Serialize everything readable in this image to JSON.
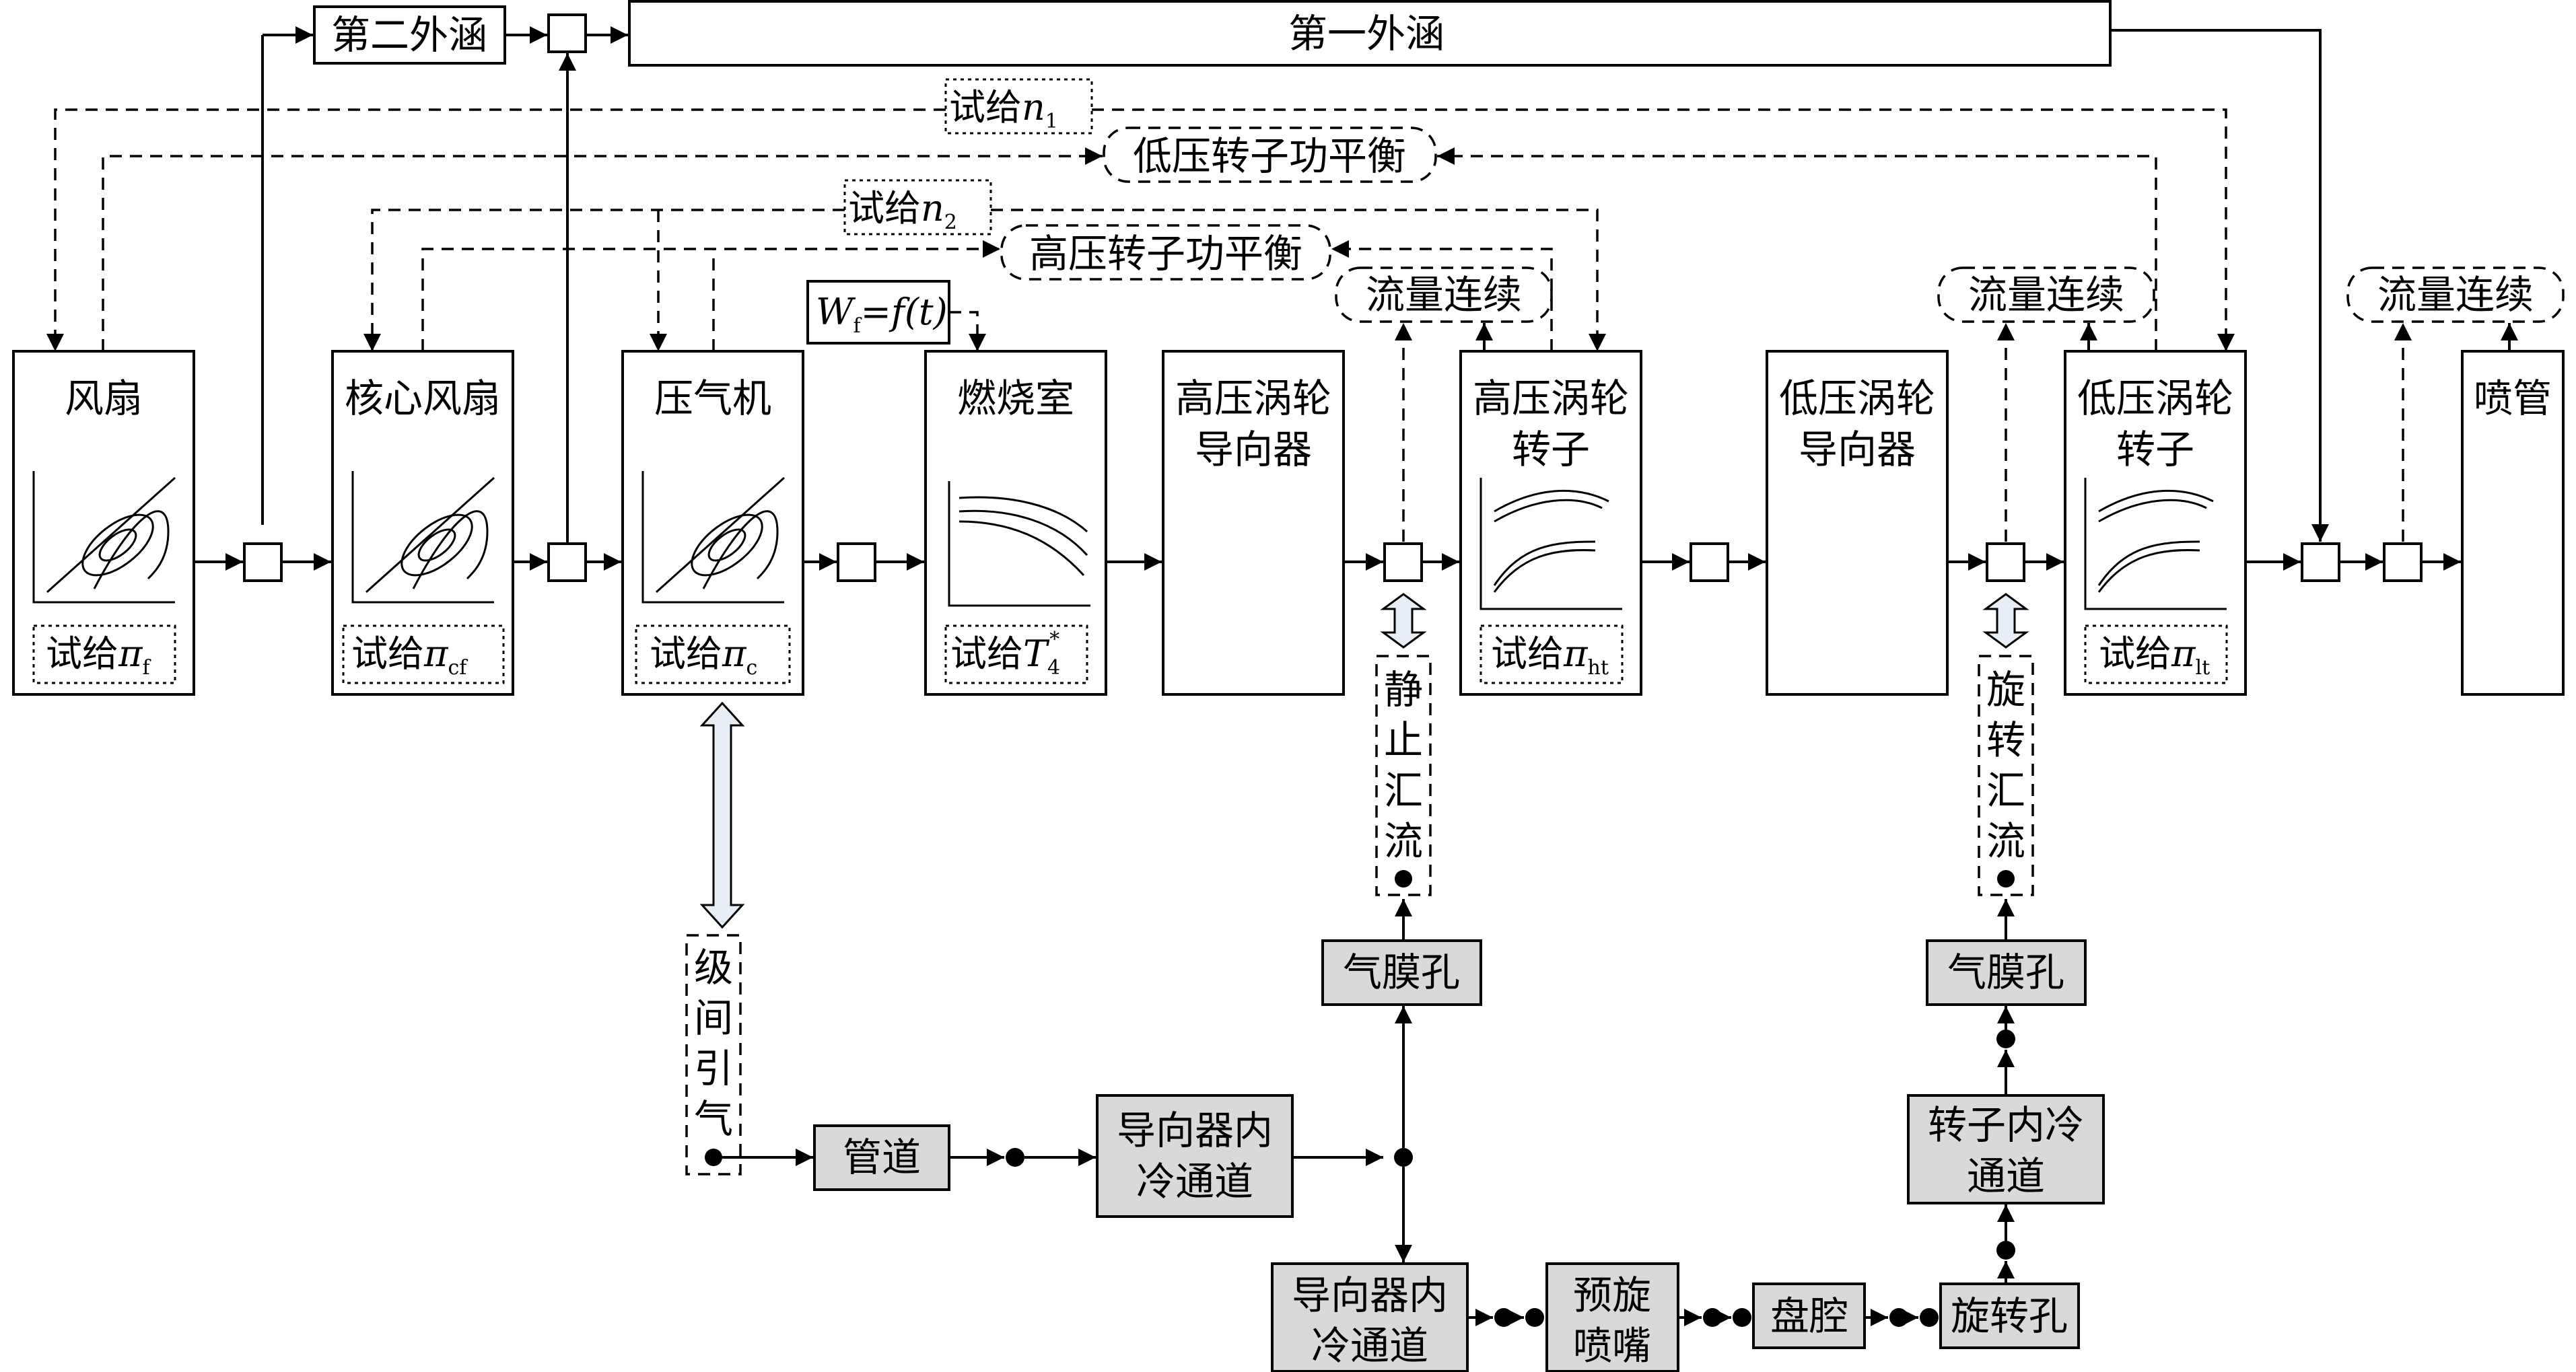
{
  "top": {
    "second_bypass": "第二外涵",
    "first_bypass": "第一外涵"
  },
  "balance": {
    "trial_n1": "试给",
    "n1_var": "n",
    "n1_sub": "1",
    "lp_balance": "低压转子功平衡",
    "trial_n2": "试给",
    "n2_var": "n",
    "n2_sub": "2",
    "hp_balance": "高压转子功平衡"
  },
  "fuel": {
    "wf": "W",
    "wf_sub": "f",
    "eq": "=",
    "ft": "f(t)"
  },
  "flow_continuity": "流量连续",
  "components": {
    "fan": "风扇",
    "core_fan": "核心风扇",
    "compressor": "压气机",
    "combustor": "燃烧室",
    "hpt_ngv_line1": "高压涡轮",
    "hpt_ngv_line2": "导向器",
    "hpt_rotor_line1": "高压涡轮",
    "hpt_rotor_line2": "转子",
    "lpt_ngv_line1": "低压涡轮",
    "lpt_ngv_line2": "导向器",
    "lpt_rotor_line1": "低压涡轮",
    "lpt_rotor_line2": "转子",
    "nozzle": "喷管"
  },
  "trials": {
    "prefix": "试给",
    "pi": "π",
    "fan_sub": "f",
    "core_fan_sub": "cf",
    "comp_sub": "c",
    "comb_var": "T",
    "comb_sub": "4",
    "comb_sup": "*",
    "hpt_sub": "ht",
    "lpt_sub": "lt"
  },
  "cooling": {
    "static_merge": [
      "静",
      "止",
      "汇",
      "流"
    ],
    "rotating_merge": [
      "旋",
      "转",
      "汇",
      "流"
    ],
    "interstage_bleed": [
      "级",
      "间",
      "引",
      "气"
    ],
    "film_hole": "气膜孔",
    "pipe": "管道",
    "vane_channel_line1": "导向器内",
    "vane_channel_line2": "冷通道",
    "preswirl_line1": "预旋",
    "preswirl_line2": "喷嘴",
    "disk_cavity": "盘腔",
    "rotating_hole": "旋转孔",
    "rotor_channel_line1": "转子内冷",
    "rotor_channel_line2": "通道"
  }
}
